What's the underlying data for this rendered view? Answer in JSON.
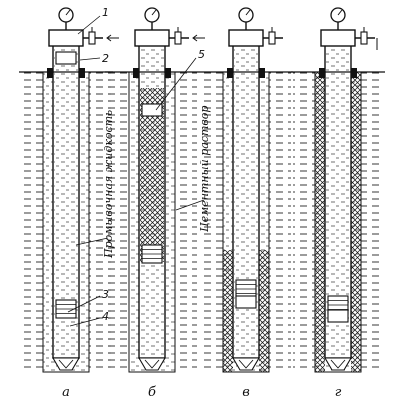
{
  "stages": [
    {
      "id": "a",
      "label": "а"
    },
    {
      "id": "b",
      "label": "б"
    },
    {
      "id": "v",
      "label": "в"
    },
    {
      "id": "g",
      "label": "г"
    }
  ],
  "callouts": [
    "1",
    "2",
    "3",
    "4",
    "5"
  ],
  "texts": {
    "flushing_fluid": "Промывочная жидкость",
    "cement_slurry": "Цементный раствор"
  },
  "colors": {
    "ink": "#111111",
    "background": "#ffffff"
  }
}
